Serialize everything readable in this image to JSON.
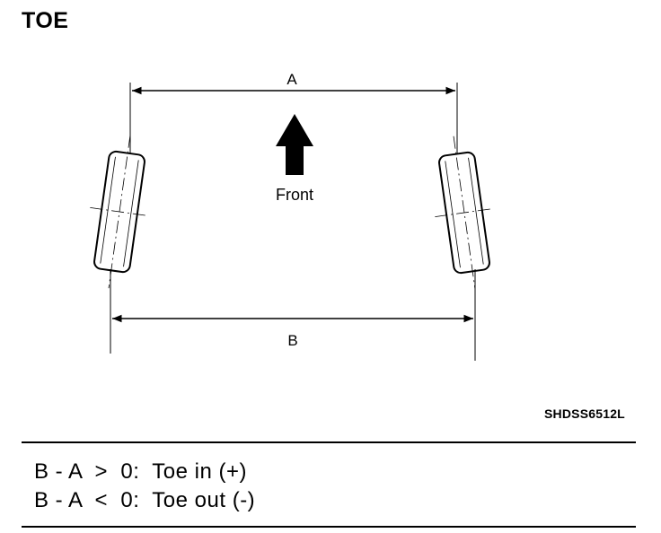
{
  "title": "TOE",
  "labels": {
    "a": "A",
    "b": "B",
    "front": "Front"
  },
  "figure_code": "SHDSS6512L",
  "formulas": [
    "B - A  >  0:  Toe in (+)",
    "B - A  <  0:  Toe out (-)"
  ]
}
